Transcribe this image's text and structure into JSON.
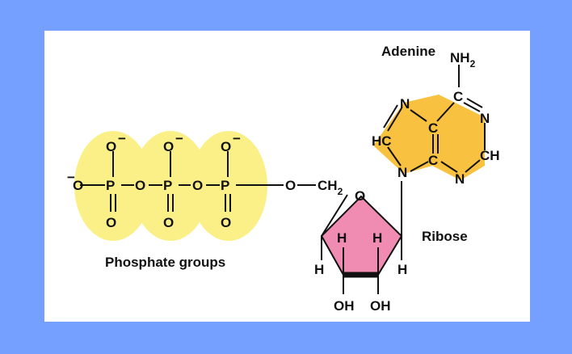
{
  "colors": {
    "background": "#75a0ff",
    "panel": "#ffffff",
    "phosphate_fill": "#fbf088",
    "adenine_fill": "#f8c13f",
    "ribose_fill": "#f08bb2",
    "ink": "#111111"
  },
  "labels": {
    "adenine": "Adenine",
    "ribose": "Ribose",
    "phosphate_groups": "Phosphate groups"
  },
  "atoms": {
    "o_minus": "O",
    "minus": "−",
    "p": "P",
    "o": "O",
    "c": "C",
    "n": "N",
    "h": "H",
    "hc": "HC",
    "ch": "CH",
    "oh": "OH",
    "ch2": "CH",
    "sub2": "2",
    "nh2": "NH",
    "ring_o": "O"
  }
}
